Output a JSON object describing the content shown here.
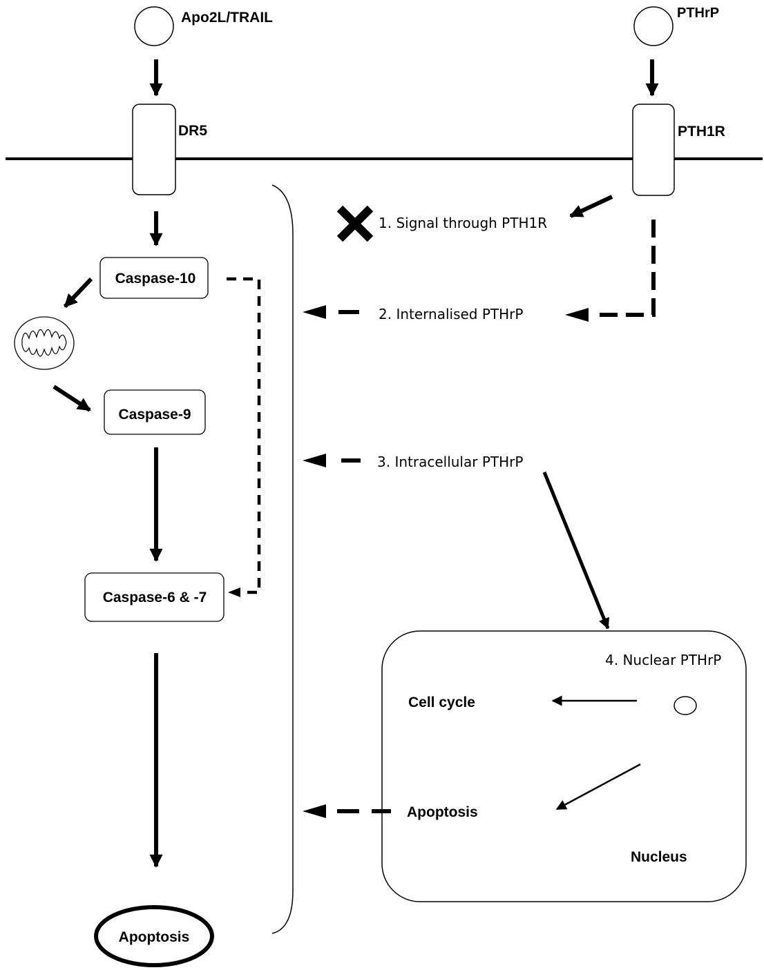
{
  "ligands": {
    "trail": "Apo2L/TRAIL",
    "pthrp": "PTHrP"
  },
  "receptors": {
    "dr5": "DR5",
    "pth1r": "PTH1R"
  },
  "caspases": {
    "c10": "Caspase-10",
    "c9": "Caspase-9",
    "c67": "Caspase-6 & -7"
  },
  "outcome": {
    "apoptosis": "Apoptosis"
  },
  "mechanisms": {
    "m1": "1. Signal through PTH1R",
    "m2": "2. Internalised PTHrP",
    "m3": "3. Intracellular PTHrP",
    "m4": "4. Nuclear PTHrP"
  },
  "nucleus": {
    "label": "Nucleus",
    "cell_cycle": "Cell cycle",
    "apoptosis": "Apoptosis"
  }
}
